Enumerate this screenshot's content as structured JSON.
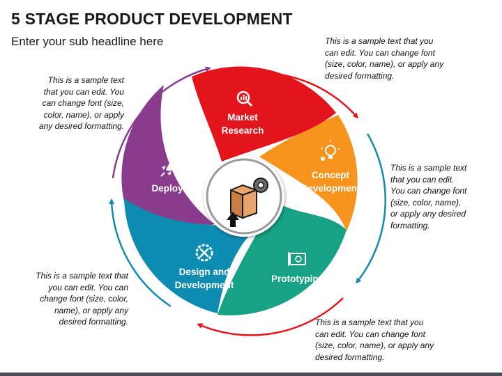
{
  "title": "5 STAGE PRODUCT DEVELOPMENT",
  "subtitle": "Enter your sub headline here",
  "stages": [
    {
      "name": "market-research",
      "label_lines": [
        "Market",
        "Research"
      ],
      "color": "#e3141b",
      "icon": "analytics-search-icon"
    },
    {
      "name": "concept-development",
      "label_lines": [
        "Concept",
        "Development"
      ],
      "color": "#f7941d",
      "icon": "lightbulb-gear-icon"
    },
    {
      "name": "prototyping",
      "label_lines": [
        "Prototyping"
      ],
      "color": "#17a185",
      "icon": "blueprint-icon"
    },
    {
      "name": "design-and-development",
      "label_lines": [
        "Design and",
        "Development"
      ],
      "color": "#0e8bb0",
      "icon": "tools-gear-icon"
    },
    {
      "name": "deploy",
      "label_lines": [
        "Deploy"
      ],
      "color": "#8a3c8c",
      "icon": "rocket-icon"
    }
  ],
  "center_icon": "product-box-gear-icon",
  "descriptions": {
    "top_right": [
      "This is a sample text that you",
      "can edit. You can change font",
      "(size, color, name), or apply any",
      "desired formatting."
    ],
    "top_left": [
      "This is a sample text",
      "that you can edit. You",
      "can change font (size,",
      "color, name), or apply",
      "any desired formatting."
    ],
    "right": [
      "This is a sample text",
      "that you can edit.",
      "You can change font",
      "(size, color, name),",
      "or apply any desired",
      "formatting."
    ],
    "bottom_left": [
      "This is a sample text that",
      "you can edit. You can",
      "change font (size, color,",
      "name), or apply any",
      "desired formatting."
    ],
    "bottom_right": [
      "This is a sample text that you",
      "can edit. You can change font",
      "(size, color, name), or apply any",
      "desired formatting."
    ]
  },
  "arrow_colors": {
    "top": "#e3141b",
    "right": "#0e8bb0",
    "bottom": "#e3141b",
    "left": "#0e8bb0",
    "top_left": "#8a3c8c"
  }
}
